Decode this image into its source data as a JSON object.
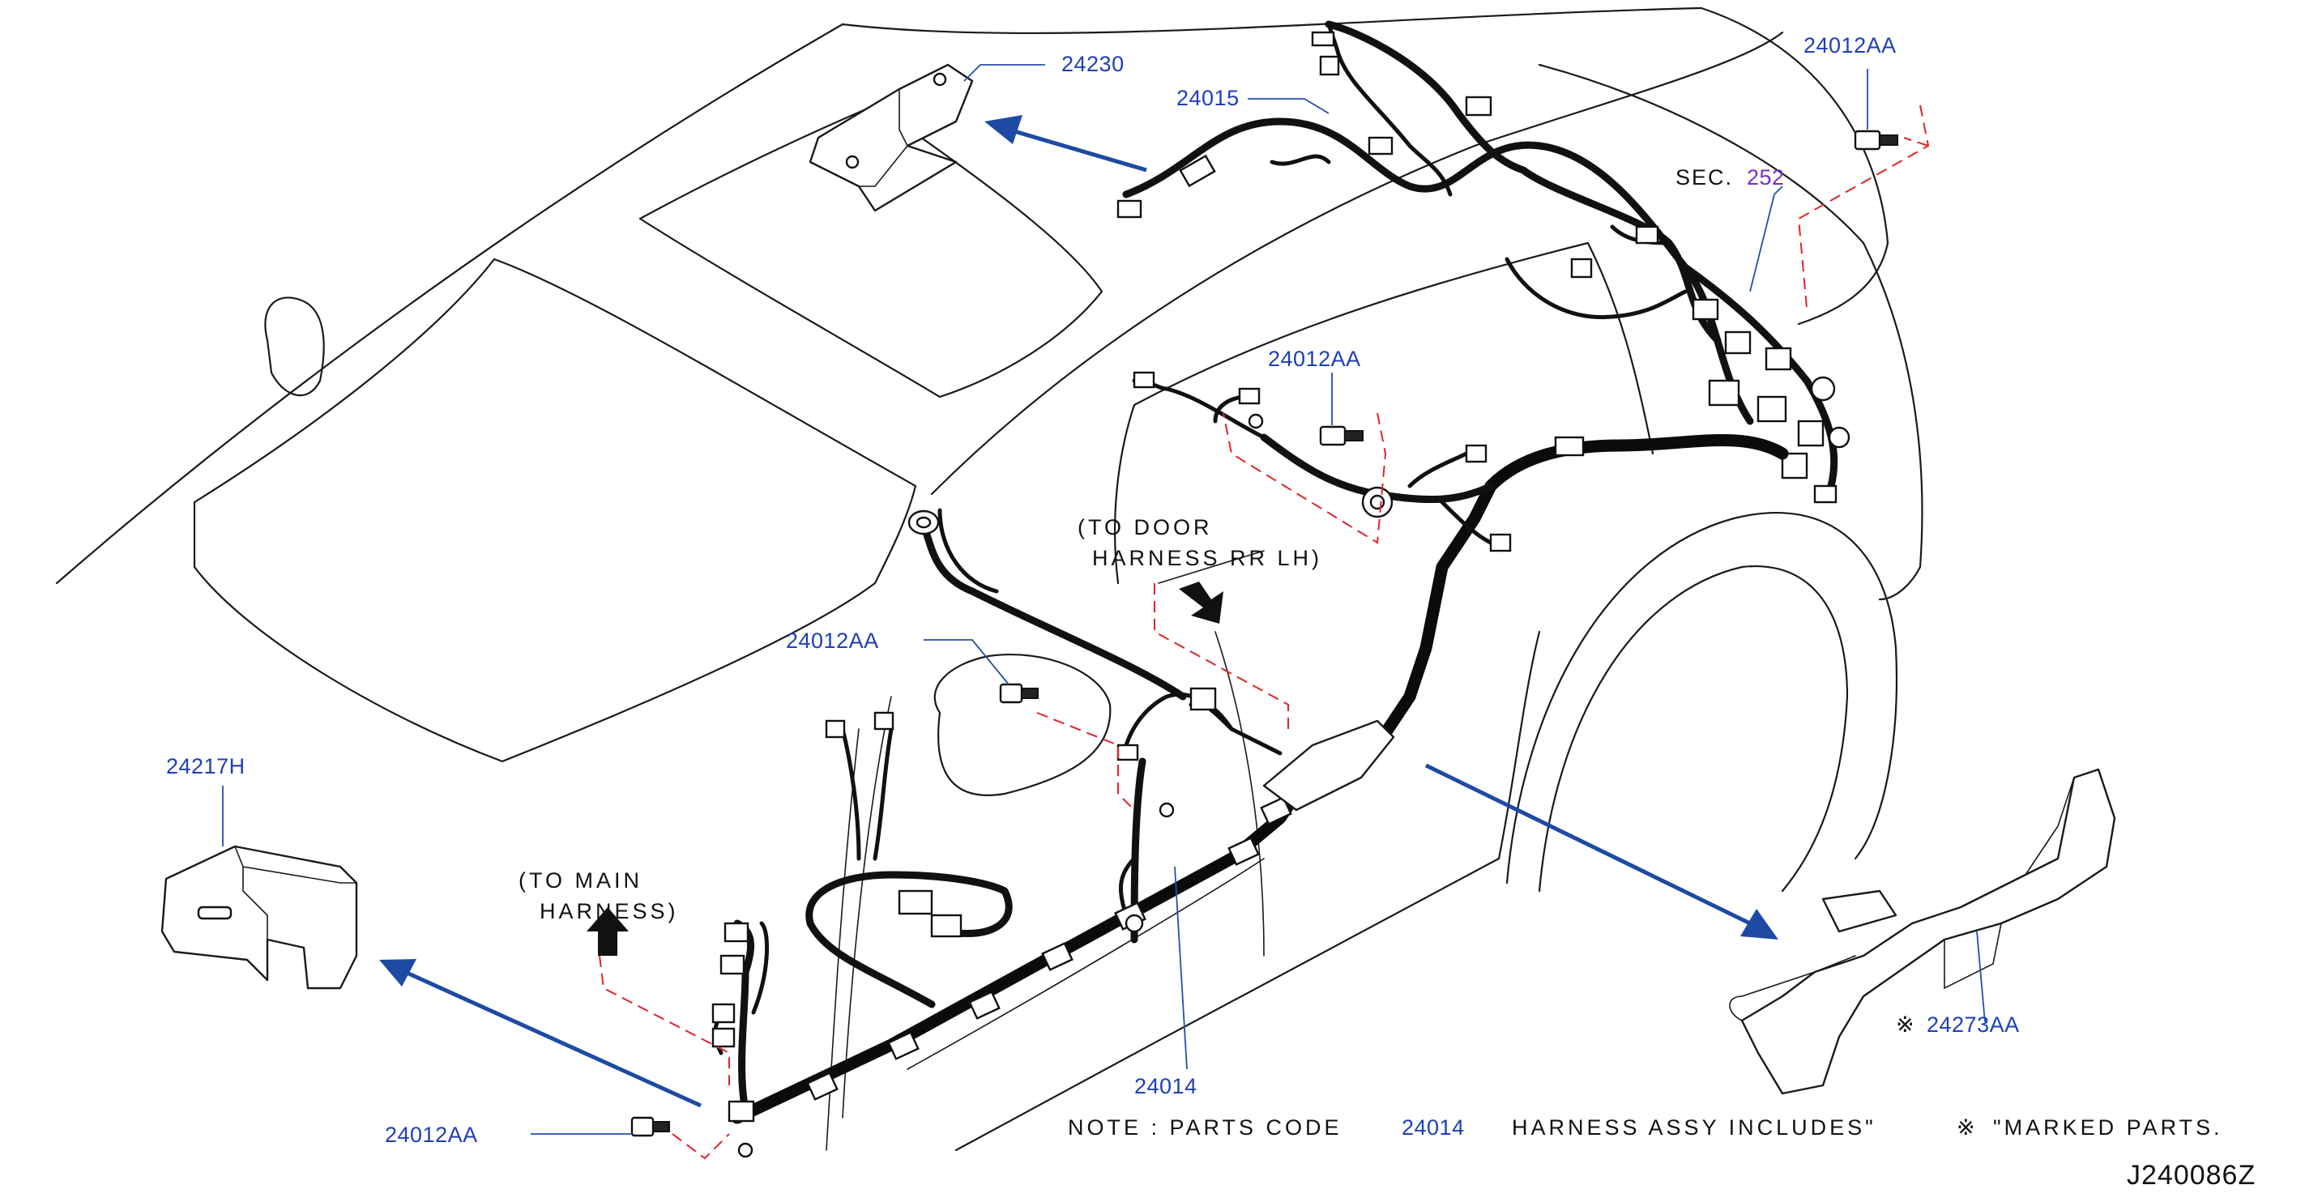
{
  "labels": {
    "bracket_top": "24230",
    "harness_top": "24015",
    "bolt_top_right": "24012AA",
    "sec_text": "SEC.",
    "sec_number": "252",
    "bolt_mid": "24012AA",
    "bolt_left_mid": "24012AA",
    "door_line1": "(TO  DOOR",
    "door_line2": "HARNESS  RR  LH)",
    "cover_left": "24217H",
    "main_line1": "(TO  MAIN",
    "main_line2": "HARNESS)",
    "harness_main": "24014",
    "bolt_bottom_left": "24012AA",
    "protector_mark": "※",
    "protector": "24273AA"
  },
  "note": {
    "prefix": "NOTE  :  PARTS  CODE",
    "code": "24014",
    "middle": "HARNESS  ASSY  INCLUDES\"",
    "mark": "※",
    "suffix": "\"MARKED  PARTS."
  },
  "diagram_code": "J240086Z",
  "colors": {
    "callout_blue": "#1f3fb6",
    "arrow_blue": "#1d4aa3",
    "dashed_red": "#e0242a",
    "line_black": "#111111"
  }
}
